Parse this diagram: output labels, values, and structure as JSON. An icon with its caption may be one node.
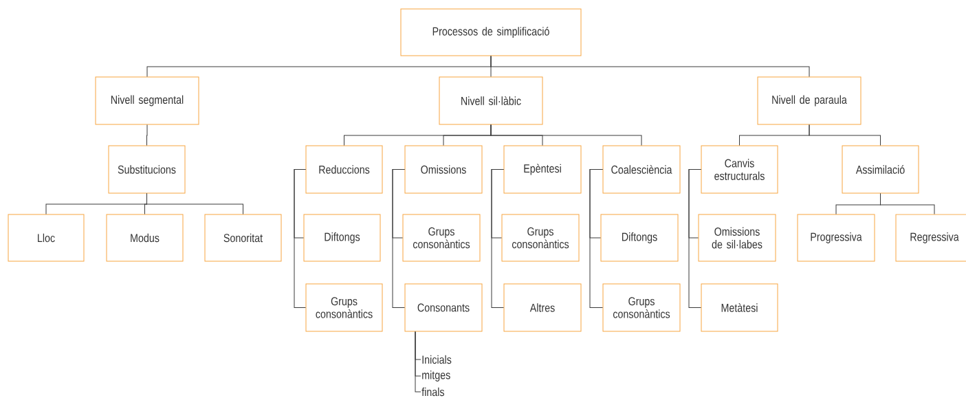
{
  "diagram": {
    "nodes": [
      {
        "text": [
          "Processos de simplificació"
        ]
      },
      {
        "text": [
          "Nivell segmental"
        ]
      },
      {
        "text": [
          "Nivell sil·làbic"
        ]
      },
      {
        "text": [
          "Nivell de paraula"
        ]
      },
      {
        "text": [
          "Substitucions"
        ]
      },
      {
        "text": [
          "Lloc"
        ]
      },
      {
        "text": [
          "Modus"
        ]
      },
      {
        "text": [
          "Sonoritat"
        ]
      },
      {
        "text": [
          "Reduccions"
        ]
      },
      {
        "text": [
          "Diftongs"
        ]
      },
      {
        "text": [
          "Grups consonàntics"
        ]
      },
      {
        "text": [
          "Omissions"
        ]
      },
      {
        "text": [
          "Grups consonàntics"
        ]
      },
      {
        "text": [
          "Consonants"
        ]
      },
      {
        "text": [
          "Inicials"
        ]
      },
      {
        "text": [
          "mitges"
        ]
      },
      {
        "text": [
          "finals"
        ]
      },
      {
        "text": [
          "Epèntesi"
        ]
      },
      {
        "text": [
          "Grups consonàntics"
        ]
      },
      {
        "text": [
          "Altres"
        ]
      },
      {
        "text": [
          "Coalesciència"
        ]
      },
      {
        "text": [
          "Diftongs"
        ]
      },
      {
        "text": [
          "Grups consonàntics"
        ]
      },
      {
        "text": [
          "Canvis estructurals"
        ]
      },
      {
        "text": [
          "Omissions de sil·labes"
        ]
      },
      {
        "text": [
          "Metàtesi"
        ]
      },
      {
        "text": [
          "Assimilació"
        ]
      },
      {
        "text": [
          "Progressiva"
        ]
      },
      {
        "text": [
          "Regressiva"
        ]
      }
    ],
    "edges": [
      {
        "from": 0,
        "to": 1,
        "arrow": "none"
      },
      {
        "from": 0,
        "to": 2,
        "arrow": "none"
      },
      {
        "from": 0,
        "to": 3,
        "arrow": "none"
      },
      {
        "from": 1,
        "to": 4,
        "arrow": "none"
      },
      {
        "from": 4,
        "to": 5,
        "arrow": "none"
      },
      {
        "from": 4,
        "to": 6,
        "arrow": "none"
      },
      {
        "from": 4,
        "to": 7,
        "arrow": "none"
      },
      {
        "from": 2,
        "to": 8,
        "arrow": "none"
      },
      {
        "from": 2,
        "to": 11,
        "arrow": "none"
      },
      {
        "from": 2,
        "to": 17,
        "arrow": "none"
      },
      {
        "from": 2,
        "to": 20,
        "arrow": "none"
      },
      {
        "from": 8,
        "to": 9,
        "arrow": "none"
      },
      {
        "from": 8,
        "to": 10,
        "arrow": "none"
      },
      {
        "from": 11,
        "to": 12,
        "arrow": "none"
      },
      {
        "from": 11,
        "to": 13,
        "arrow": "none"
      },
      {
        "from": 13,
        "to": 14,
        "arrow": "none"
      },
      {
        "from": 13,
        "to": 15,
        "arrow": "none"
      },
      {
        "from": 13,
        "to": 16,
        "arrow": "none"
      },
      {
        "from": 17,
        "to": 18,
        "arrow": "none"
      },
      {
        "from": 17,
        "to": 19,
        "arrow": "none"
      },
      {
        "from": 20,
        "to": 21,
        "arrow": "none"
      },
      {
        "from": 20,
        "to": 22,
        "arrow": "none"
      },
      {
        "from": 3,
        "to": 23,
        "arrow": "none"
      },
      {
        "from": 3,
        "to": 26,
        "arrow": "none"
      },
      {
        "from": 23,
        "to": 24,
        "arrow": "none"
      },
      {
        "from": 23,
        "to": 25,
        "arrow": "none"
      },
      {
        "from": 26,
        "to": 27,
        "arrow": "none"
      },
      {
        "from": 26,
        "to": 28,
        "arrow": "none"
      }
    ]
  }
}
